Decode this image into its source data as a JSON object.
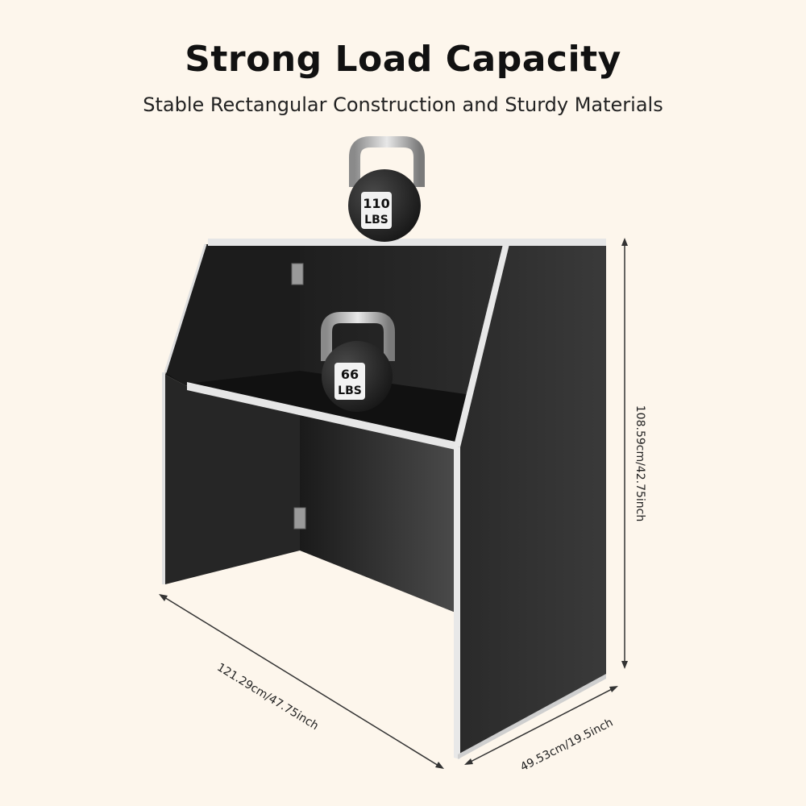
{
  "header": {
    "title": "Strong Load Capacity",
    "subtitle": "Stable Rectangular Construction and Sturdy Materials"
  },
  "weights": {
    "top": {
      "line1": "110",
      "line2": "LBS"
    },
    "shelf": {
      "line1": "66",
      "line2": "LBS"
    }
  },
  "dimensions": {
    "height": "108.59cm/42.75inch",
    "width": "121.29cm/47.75inch",
    "depth": "49.53cm/19.5inch"
  },
  "colors": {
    "background": "#fdf6ec",
    "panel": "#2b2b2b",
    "panel_dark": "#1e1e1e",
    "edge": "#e6e6e6",
    "kettlebell": "#222222",
    "handle": "#bdbdbd"
  }
}
